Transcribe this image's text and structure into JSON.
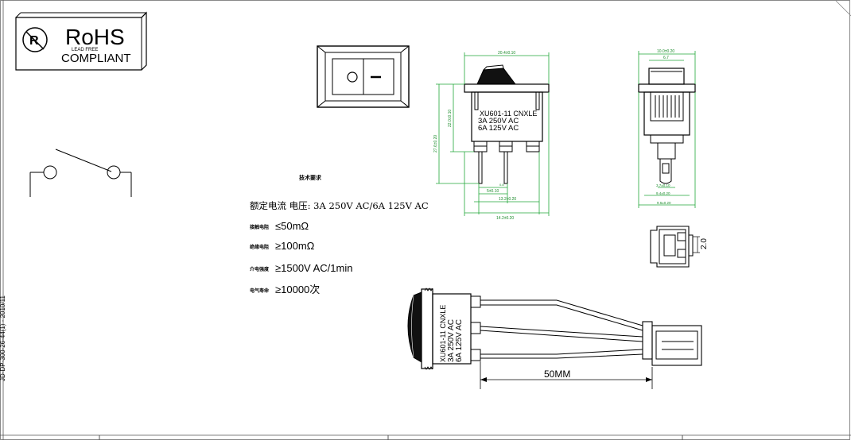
{
  "rohs": {
    "title": "RoHS",
    "subtitle": "COMPLIANT",
    "small_text": "LEAD FREE"
  },
  "margin_text": "JD-DP-300-26-44(1) - 2010/11",
  "tech_requirements": {
    "heading": "技术要求",
    "rated_current": "额定电流 电压: 3A 250V AC/6A 125V AC",
    "specs": [
      {
        "label": "接触电阻",
        "value": "≤50mΩ"
      },
      {
        "label": "绝缘电阻",
        "value": "≥100mΩ"
      },
      {
        "label": "介电强度",
        "value": "≥1500V AC/1min"
      },
      {
        "label": "电气寿命",
        "value": "≥10000次"
      }
    ]
  },
  "switch_marking": {
    "model": "XU601-11 CNXLE",
    "rating1": "3A 250V AC",
    "rating2": "6A 125V AC"
  },
  "dimensions": {
    "front_width": "20.4±0.10",
    "front_height_total": "27.6±0.20",
    "front_body_height": "22.0±0.10",
    "pin_pitch": "5±0.10",
    "pin_span": "13.2±0.20",
    "base_width": "14.2±0.20",
    "terminal": "0.8",
    "side_top": "10.0±0.20",
    "side_inner": "6.7",
    "side_bottom_a": "3.7±0.10",
    "side_bottom_b": "9.4±0.20",
    "side_base": "9.6±0.20",
    "connector_pitch": "2.0",
    "wire_length": "50MM"
  }
}
